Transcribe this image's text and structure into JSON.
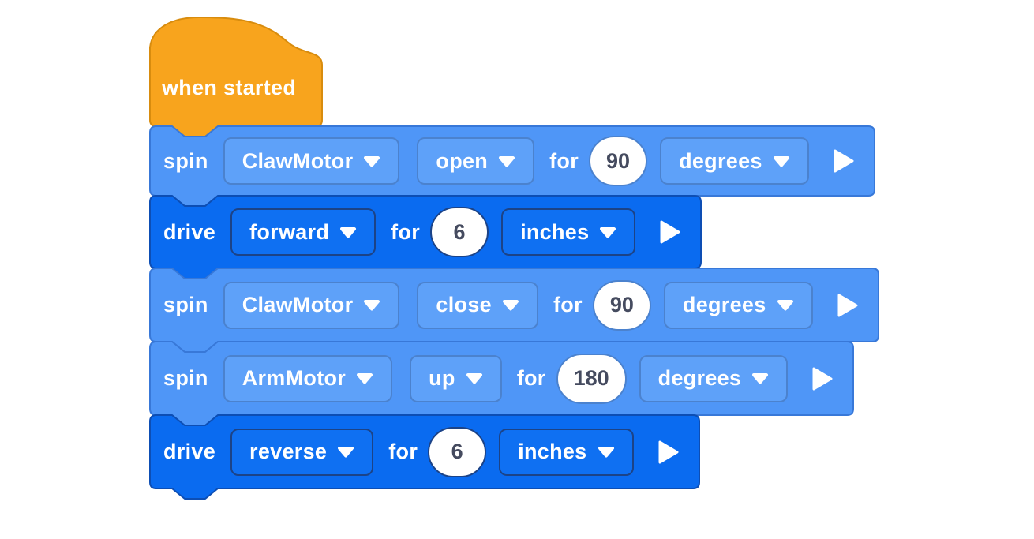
{
  "canvas": {
    "background": "#FFFFFF"
  },
  "palette": {
    "hat": {
      "fill": "#F8A41D",
      "stroke": "#D88C0E"
    },
    "spin": {
      "fill": "#4F96F7",
      "stroke": "#3878D8",
      "field_fill": "#5EA1F9",
      "field_stroke": "#4B82CE"
    },
    "drive": {
      "fill": "#0A6BF0",
      "stroke": "#0D4EB4",
      "field_fill": "#0F70F2",
      "field_stroke": "#1C4387"
    },
    "number_input": {
      "fill": "#FFFFFF",
      "text": "#454B5F"
    },
    "text": "#FFFFFF"
  },
  "hat": {
    "name": "when-started",
    "label": "when started"
  },
  "blocks": [
    {
      "name": "spin-clawmotor-open",
      "type": "spin",
      "fields": [
        {
          "kind": "label",
          "name": "opcode-label",
          "text": "spin"
        },
        {
          "kind": "dropdown",
          "name": "motor-dropdown",
          "value": "ClawMotor"
        },
        {
          "kind": "dropdown",
          "name": "direction-dropdown",
          "value": "open"
        },
        {
          "kind": "label",
          "name": "for-label",
          "text": "for"
        },
        {
          "kind": "number",
          "name": "value-input",
          "value": "90"
        },
        {
          "kind": "dropdown",
          "name": "unit-dropdown",
          "value": "degrees"
        },
        {
          "kind": "play",
          "name": "play-button"
        }
      ]
    },
    {
      "name": "drive-forward",
      "type": "drive",
      "fields": [
        {
          "kind": "label",
          "name": "opcode-label",
          "text": "drive"
        },
        {
          "kind": "dropdown",
          "name": "direction-dropdown",
          "value": "forward"
        },
        {
          "kind": "label",
          "name": "for-label",
          "text": "for"
        },
        {
          "kind": "number",
          "name": "value-input",
          "value": "6"
        },
        {
          "kind": "dropdown",
          "name": "unit-dropdown",
          "value": "inches"
        },
        {
          "kind": "play",
          "name": "play-button"
        }
      ]
    },
    {
      "name": "spin-clawmotor-close",
      "type": "spin",
      "fields": [
        {
          "kind": "label",
          "name": "opcode-label",
          "text": "spin"
        },
        {
          "kind": "dropdown",
          "name": "motor-dropdown",
          "value": "ClawMotor"
        },
        {
          "kind": "dropdown",
          "name": "direction-dropdown",
          "value": "close"
        },
        {
          "kind": "label",
          "name": "for-label",
          "text": "for"
        },
        {
          "kind": "number",
          "name": "value-input",
          "value": "90"
        },
        {
          "kind": "dropdown",
          "name": "unit-dropdown",
          "value": "degrees"
        },
        {
          "kind": "play",
          "name": "play-button"
        }
      ]
    },
    {
      "name": "spin-armmotor-up",
      "type": "spin",
      "fields": [
        {
          "kind": "label",
          "name": "opcode-label",
          "text": "spin"
        },
        {
          "kind": "dropdown",
          "name": "motor-dropdown",
          "value": "ArmMotor"
        },
        {
          "kind": "dropdown",
          "name": "direction-dropdown",
          "value": "up"
        },
        {
          "kind": "label",
          "name": "for-label",
          "text": "for"
        },
        {
          "kind": "number",
          "name": "value-input",
          "value": "180"
        },
        {
          "kind": "dropdown",
          "name": "unit-dropdown",
          "value": "degrees"
        },
        {
          "kind": "play",
          "name": "play-button"
        }
      ]
    },
    {
      "name": "drive-reverse",
      "type": "drive",
      "fields": [
        {
          "kind": "label",
          "name": "opcode-label",
          "text": "drive"
        },
        {
          "kind": "dropdown",
          "name": "direction-dropdown",
          "value": "reverse"
        },
        {
          "kind": "label",
          "name": "for-label",
          "text": "for"
        },
        {
          "kind": "number",
          "name": "value-input",
          "value": "6"
        },
        {
          "kind": "dropdown",
          "name": "unit-dropdown",
          "value": "inches"
        },
        {
          "kind": "play",
          "name": "play-button"
        }
      ]
    }
  ]
}
